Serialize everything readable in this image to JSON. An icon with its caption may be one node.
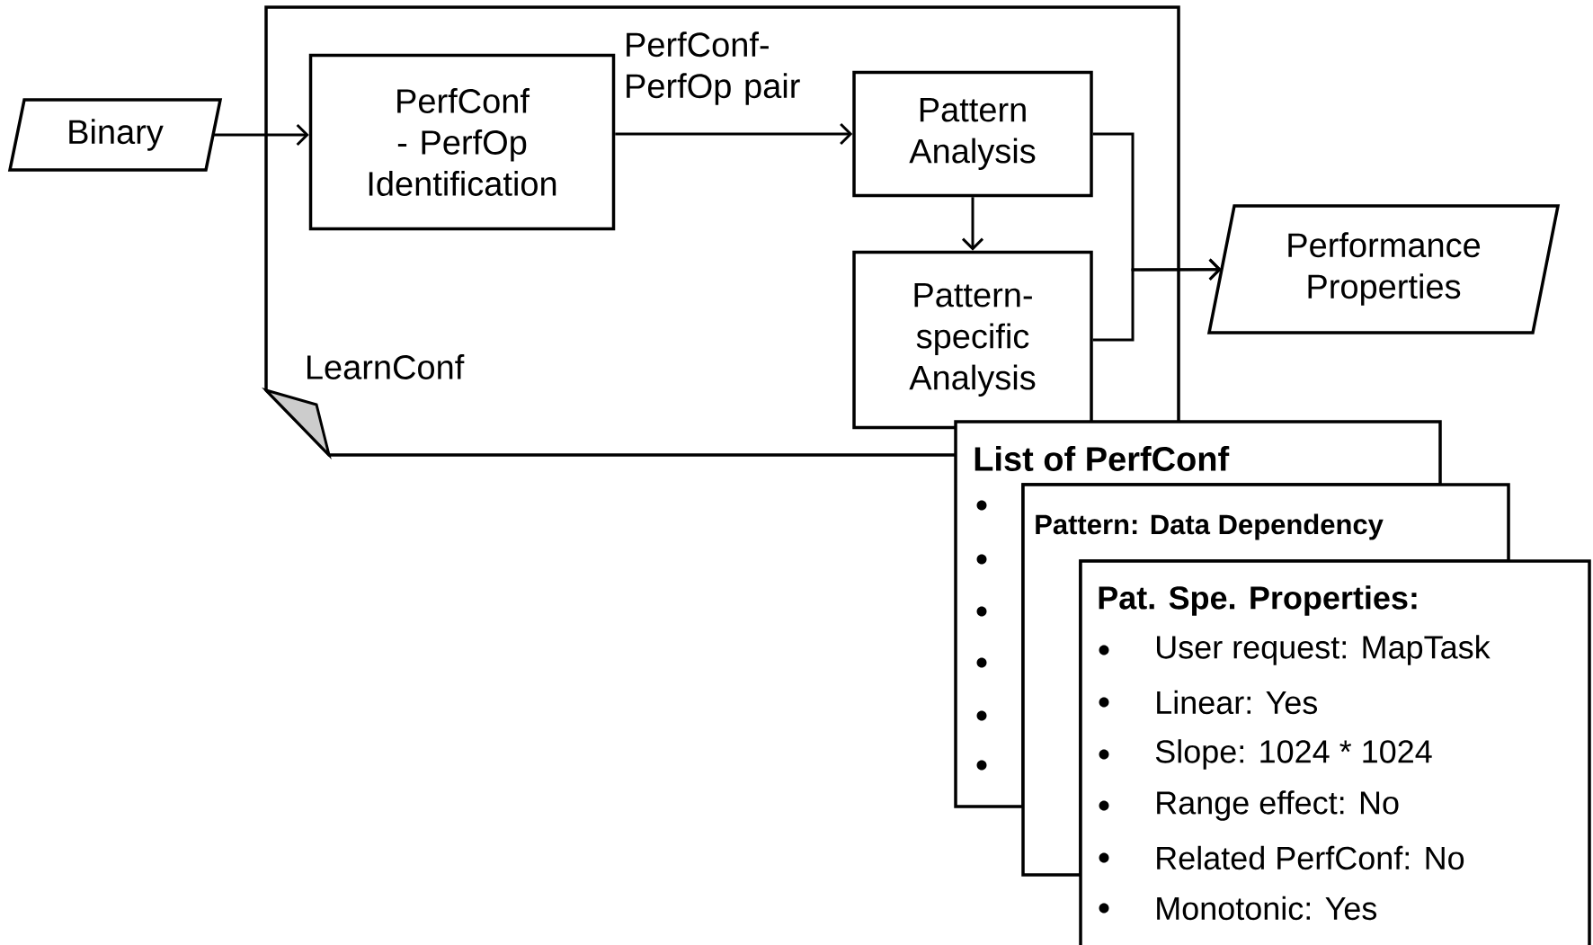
{
  "diagram": {
    "nodes": [
      {
        "text": [
          "LearnConf"
        ]
      },
      {
        "text": [
          "Binary"
        ]
      },
      {
        "text": [
          "PerfConf - PerfOp Identification"
        ],
        "in": 0
      },
      {
        "text": [
          "Pattern Analysis"
        ],
        "in": 0
      },
      {
        "text": [
          "Pattern-specific Analysis"
        ],
        "in": 0
      },
      {
        "text": [
          "Performance Properties"
        ]
      },
      {
        "text": [
          "List of PerfConf"
        ]
      },
      {
        "text": [
          "Pattern: Data Dependency"
        ]
      },
      {
        "text": [
          "Pat. Spe. Properties:",
          "User request: MapTask",
          "Linear: Yes",
          "Slope: 1024 * 1024",
          "Range effect: No",
          "Related PerfConf: No",
          "Monotonic: Yes"
        ]
      }
    ],
    "edges": [
      {
        "from": 1,
        "to": 2,
        "arrow": "to"
      },
      {
        "from": 2,
        "to": 3,
        "arrow": "to",
        "label": "PerfConf- PerfOp pair"
      },
      {
        "from": 3,
        "to": 4,
        "arrow": "to"
      },
      {
        "from": 3,
        "to": 5,
        "arrow": "to"
      },
      {
        "from": 4,
        "to": 5,
        "arrow": "to"
      }
    ]
  }
}
